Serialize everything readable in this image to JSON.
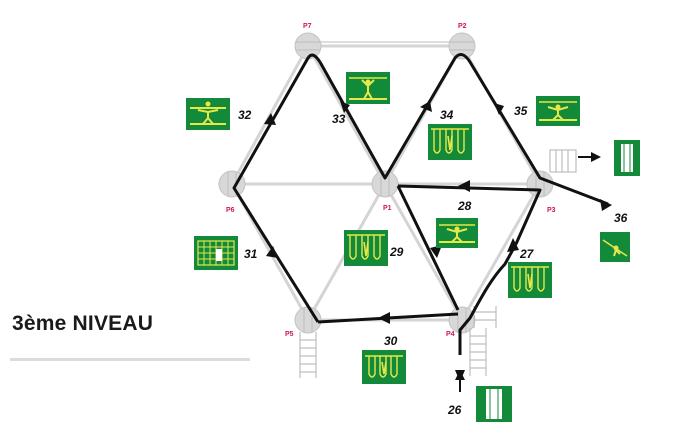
{
  "title": "3ème NIVEAU",
  "colors": {
    "route": "#111111",
    "sign_bg": "#138a3a",
    "sign_fg": "#e6e84a",
    "platform": "#d8d8d8",
    "point_label": "#d0145a",
    "grid": "#d4d4d4"
  },
  "points": [
    {
      "id": "P7",
      "label": "P7"
    },
    {
      "id": "P2",
      "label": "P2"
    },
    {
      "id": "P6",
      "label": "P6"
    },
    {
      "id": "P1",
      "label": "P1"
    },
    {
      "id": "P3",
      "label": "P3"
    },
    {
      "id": "P5",
      "label": "P5"
    },
    {
      "id": "P4",
      "label": "P4"
    }
  ],
  "segments": [
    {
      "label": "26",
      "icon": "bridge-exit-icon"
    },
    {
      "label": "27",
      "icon": "hanging-loops-icon"
    },
    {
      "label": "28",
      "icon": "beam-walk-icon"
    },
    {
      "label": "29",
      "icon": "hanging-loops-icon"
    },
    {
      "label": "30",
      "icon": "hanging-loops-icon"
    },
    {
      "label": "31",
      "icon": "net-grid-icon"
    },
    {
      "label": "32",
      "icon": "beam-walk-icon"
    },
    {
      "label": "33",
      "icon": "tightrope-icon"
    },
    {
      "label": "34",
      "icon": "hanging-loops-icon"
    },
    {
      "label": "35",
      "icon": "beam-walk-icon"
    },
    {
      "label": "36",
      "icon": "zipline-icon"
    }
  ]
}
